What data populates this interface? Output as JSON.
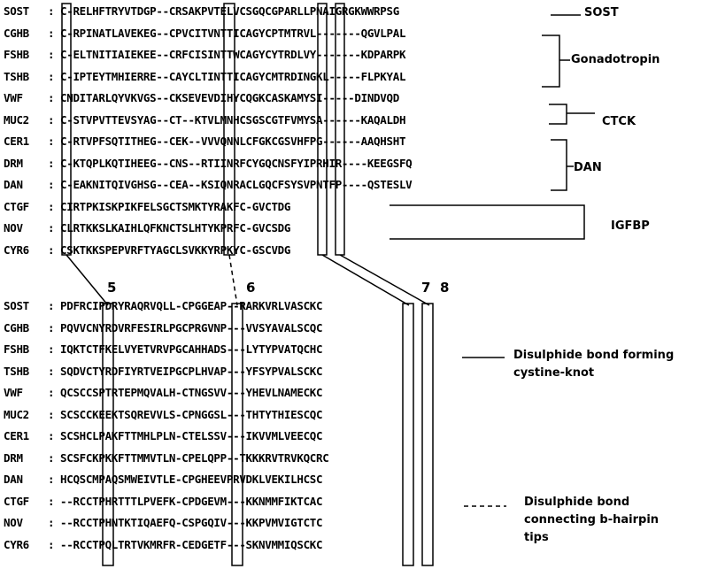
{
  "top_block": {
    "rows": [
      {
        "name": "SOST",
        "seq": "C-RELHFTRYVTDGP--CRSAKPVTELVCSGQCGPARLLPNAIGRGKWWRPSG"
      },
      {
        "name": "CGHB",
        "seq": "C-RPINATLAVEKEG--CPVCITVNTTICAGYCPTMTRVL-------QGVLPAL"
      },
      {
        "name": "FSHB",
        "seq": "C-ELTNITIAIEKEE--CRFCISINTTWCAGYCYTRDLVY-------KDPARPK"
      },
      {
        "name": "TSHB",
        "seq": "C-IPTEYTMHIERRE--CAYCLTINTTICAGYCMTRDINGKL-----FLPKYAL"
      },
      {
        "name": "VWF",
        "seq": "CNDITARLQYVKVGS--CKSEVEVDIHYCQGKCASKAMYSI-----DINDVQD"
      },
      {
        "name": "MUC2",
        "seq": "C-STVPVTTEVSYAG--CT--KTVLMNHCSGSCGTFVMYSA------KAQALDH"
      },
      {
        "name": "CER1",
        "seq": "C-RTVPFSQTITHEG--CEK--VVVQNNLCFGKCGSVHFPG------AAQHSHT"
      },
      {
        "name": "DRM",
        "seq": "C-KTQPLKQTIHEEG--CNS--RTIINRFCYGQCNSFYIPRHIR----KEEGSFQ"
      },
      {
        "name": "DAN",
        "seq": "C-EAKNITQIVGHSG--CEA--KSIQNRACLGQCFSYSVPNTFP----QSTESLV"
      },
      {
        "name": "CTGF",
        "seq": "CIRTPKISKPIKFELSGCTSMKTYRAKFC-GVCTDG"
      },
      {
        "name": "NOV",
        "seq": "CLRTKKSLKAIHLQFKNCTSLHTYKPRFC-GVCSDG"
      },
      {
        "name": "CYR6",
        "seq": "CSKTKKSPEPVRFTYAGCLSVKKYRPKYC-GSCVDG"
      }
    ],
    "sost_right_label": "SOST",
    "groups": [
      "Gonadotropin",
      "CTCK",
      "DAN",
      "IGFBP"
    ]
  },
  "bottom_block": {
    "rows": [
      {
        "name": "SOST",
        "seq": "PDFRCIPDRYRAQRVQLL-CPGGEAP--RARKVRLVASCKC"
      },
      {
        "name": "CGHB",
        "seq": "PQVVCNYRDVRFESIRLPGCPRGVNP---VVSYAVALSCQC"
      },
      {
        "name": "FSHB",
        "seq": "IQKTCTFKELVYETVRVPGCAHHADS---LYTYPVATQCHC"
      },
      {
        "name": "TSHB",
        "seq": "SQDVCTYRDFIYRTVEIPGCPLHVAP---YFSYPVALSCKC"
      },
      {
        "name": "VWF",
        "seq": "QCSCCSPTRTEPMQVALH-CTNGSVV---YHEVLNAMECKC"
      },
      {
        "name": "MUC2",
        "seq": "SCSCCKEEKTSQREVVLS-CPNGGSL---THTYTHIESCQC"
      },
      {
        "name": "CER1",
        "seq": "SCSHCLPAKFTTMHLPLN-CTELSSV---IKVVMLVEECQC"
      },
      {
        "name": "DRM",
        "seq": "SCSFCKPKKFTTMMVTLN-CPELQPP--TKKKRVTRVKQCRC"
      },
      {
        "name": "DAN",
        "seq": "HCQSCMPAQSMWEIVTLE-CPGHEEVPRVDKLVEKILHCSC"
      },
      {
        "name": "CTGF",
        "seq": "--RCCTPHRTTTLPVEFK-CPDGEVM---KKNMMFIKTCAC"
      },
      {
        "name": "NOV",
        "seq": "--RCCTPHNTKTIQAEFQ-CSPGQIV---KKPVMVIGTCTC"
      },
      {
        "name": "CYR6",
        "seq": "--RCCTPQLTRTVKMRFR-CEDGETF---SKNVMMIQSCKC"
      }
    ],
    "column_numbers": [
      "5",
      "6",
      "7",
      "8"
    ]
  },
  "legend": {
    "solid": "Disulphide bond forming cystine-knot",
    "dashed": "Disulphide bond connecting b-hairpin tips"
  }
}
